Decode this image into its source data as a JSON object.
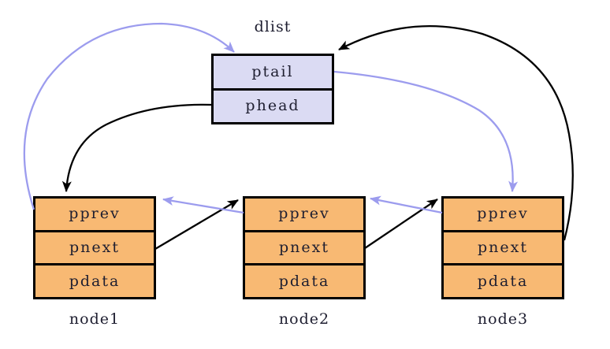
{
  "list": {
    "label": "dlist",
    "fields": [
      "ptail",
      "phead"
    ]
  },
  "nodes": [
    {
      "label": "node1",
      "fields": [
        "pprev",
        "pnext",
        "pdata"
      ]
    },
    {
      "label": "node2",
      "fields": [
        "pprev",
        "pnext",
        "pdata"
      ]
    },
    {
      "label": "node3",
      "fields": [
        "pprev",
        "pnext",
        "pdata"
      ]
    }
  ],
  "edges": [
    {
      "from": "node1.pprev",
      "to": "dlist",
      "color": "blue"
    },
    {
      "from": "dlist.phead",
      "to": "node1",
      "color": "black"
    },
    {
      "from": "node3.pnext",
      "to": "dlist",
      "color": "black"
    },
    {
      "from": "dlist.ptail",
      "to": "node3",
      "color": "blue"
    },
    {
      "from": "node1.pnext",
      "to": "node2",
      "color": "black"
    },
    {
      "from": "node2.pprev",
      "to": "node1",
      "color": "blue"
    },
    {
      "from": "node2.pnext",
      "to": "node3",
      "color": "black"
    },
    {
      "from": "node3.pprev",
      "to": "node2",
      "color": "blue"
    }
  ],
  "colors": {
    "arrow_black": "#000000",
    "arrow_blue": "#9c9cee",
    "list_fill": "#dbdbf3",
    "node_fill": "#f8b973",
    "border": "#000000",
    "text": "#1e1e30",
    "background": "#ffffff"
  }
}
